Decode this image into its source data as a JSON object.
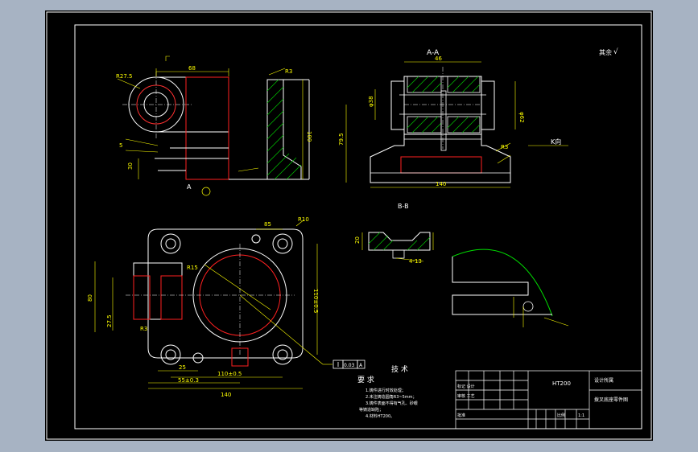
{
  "colors": {
    "background": "#a7b3c3",
    "sheet": "#000000",
    "outline": "#ffffff",
    "dimension": "#ffff00",
    "section_line": "#ff0000",
    "hatch": "#00c800",
    "curve": "#00e000"
  },
  "top_right": {
    "label": "其余",
    "mark": "√"
  },
  "views": {
    "section_aa": "A-A",
    "section_bb": "B-B",
    "view_k": "K向",
    "view_a": "A"
  },
  "dims_top_left": {
    "d68": "68",
    "r275": "R27.5",
    "r3": "R3",
    "d100": "100",
    "d30": "30",
    "d5": "5"
  },
  "dims_section_aa": {
    "d46": "46",
    "d795": "79.5",
    "d140": "140",
    "d62": "φ62",
    "d38": "φ38",
    "r3": "R3"
  },
  "dims_plan": {
    "d85": "85",
    "r10": "R10",
    "r15": "R15",
    "d110": "110±0.5",
    "d80": "80",
    "d275": "27.5",
    "d25": "25",
    "d5503": "55±0.3",
    "d1108": "110±0.5",
    "d140": "140",
    "tol": "0.03",
    "datum": "A",
    "r3": "R3"
  },
  "dims_bb": {
    "d20": "20",
    "d413": "4-13"
  },
  "requirements": {
    "heading_a": "技  术",
    "heading_b": "要  求",
    "items": [
      "1.铸件进行时效处理；",
      "2.未注铸造圆角R3~5mm；",
      "3.铸件表面不得有气孔、砂眼",
      "等铸造缺陷；",
      "4.材料HT200。"
    ]
  },
  "title_block": {
    "material": "HT200",
    "school": "设计所属",
    "part_name": "拨叉底座零件图",
    "row_a": "标记 设计",
    "row_b": "审核 工艺",
    "row_c": "批准",
    "scale_label": "比例",
    "scale": "1:1"
  }
}
